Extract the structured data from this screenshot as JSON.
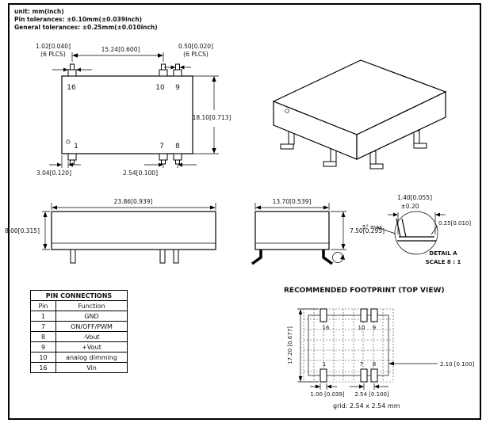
{
  "notes": {
    "unit": "unit: mm(inch)",
    "pin_tolerance": "Pin tolerances: ±0.10mm(±0.039inch)",
    "general_tolerance": "General tolerances: ±0.25mm(±0.010inch)"
  },
  "top_view": {
    "pin_width": "1.02[0.040]",
    "pin_width_note": "(6 PLCS)",
    "row_span": "15.24[0.600]",
    "pin_thickness": "0.50[0.020]",
    "pin_thickness_note": "(6 PLCS)",
    "body_height": "18.10[0.713]",
    "pin1_offset": "3.04[0.120]",
    "pin_pitch": "2.54[0.100]",
    "pins": {
      "p16": "16",
      "p10": "10",
      "p9": "9",
      "p1": "1",
      "p7": "7",
      "p8": "8"
    }
  },
  "side_view": {
    "width": "23.86[0.939]",
    "height": "8.00[0.315]"
  },
  "end_view": {
    "width": "13.70[0.539]",
    "height": "7.50[0.295]"
  },
  "detail_a": {
    "lead_length": "1.40[0.055]",
    "lead_tol": "±0.20",
    "angle": "5° max",
    "lead_thickness": "0.25[0.010]",
    "label": "DETAIL A",
    "scale": "SCALE 8 : 1"
  },
  "pin_table": {
    "title": "PIN CONNECTIONS",
    "col_pin": "Pin",
    "col_function": "Function",
    "rows": [
      {
        "pin": "1",
        "fn": "GND"
      },
      {
        "pin": "7",
        "fn": "ON/OFF/PWM"
      },
      {
        "pin": "8",
        "fn": "-Vout"
      },
      {
        "pin": "9",
        "fn": "+Vout"
      },
      {
        "pin": "10",
        "fn": "analog dimming"
      },
      {
        "pin": "16",
        "fn": "Vin"
      }
    ]
  },
  "footprint": {
    "title": "RECOMMENDED FOOTPRINT (TOP VIEW)",
    "height_dim": "17.20 [0.677]",
    "pad_right_dim": "2.10 [0.100]",
    "pad_width_dim": "1.00 [0.039]",
    "pitch_dim": "2.54 [0.100]",
    "grid_note": "grid: 2.54 x 2.54 mm",
    "pins": {
      "p16": "16",
      "p10": "10",
      "p9": "9",
      "p1": "1",
      "p7": "7",
      "p8": "8"
    }
  }
}
